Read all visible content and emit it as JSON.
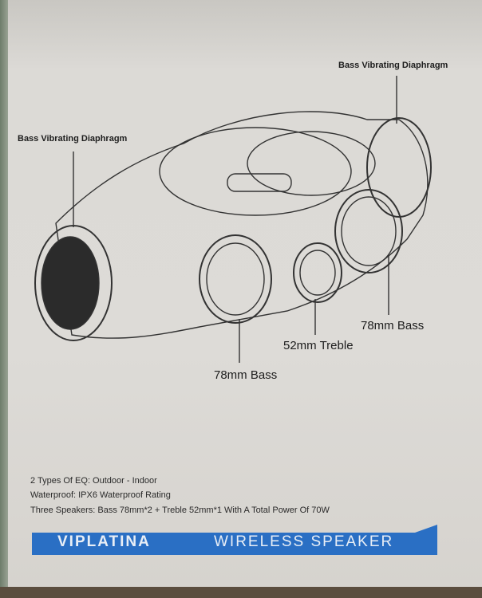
{
  "callouts": {
    "bass_diaphragm_left": "Bass Vibrating Diaphragm",
    "bass_diaphragm_right": "Bass Vibrating Diaphragm",
    "bass_78_left": "78mm Bass",
    "treble_52": "52mm Treble",
    "bass_78_right": "78mm Bass"
  },
  "specs": [
    "2 Types Of EQ: Outdoor - Indoor",
    "Waterproof: IPX6 Waterproof Rating",
    "Three Speakers: Bass 78mm*2 + Treble 52mm*1  With A Total Power Of 70W"
  ],
  "banner": {
    "brand": "VIPLATINA",
    "product": "WIRELESS SPEAKER",
    "color": "#2a6fc4"
  }
}
